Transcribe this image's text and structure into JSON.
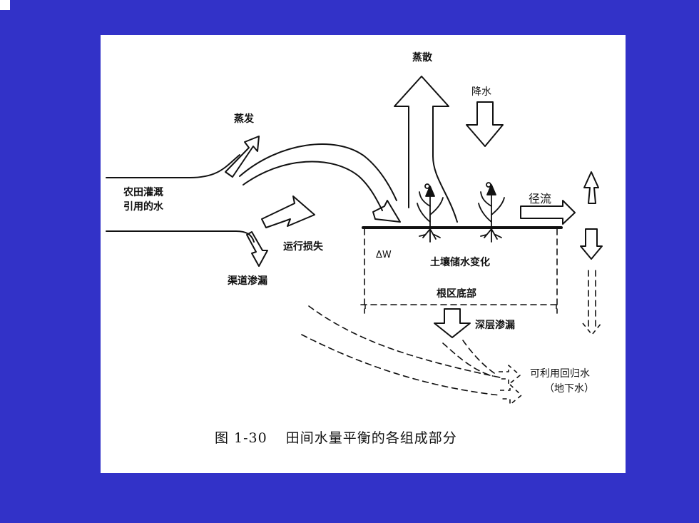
{
  "colors": {
    "slide_background": "#3232c8",
    "panel_background": "#ffffff",
    "ink": "#111111"
  },
  "diagram": {
    "labels": {
      "transpiration": "蒸散",
      "precipitation": "降水",
      "evaporation": "蒸发",
      "irrigation_line1": "农田灌溉",
      "irrigation_line2": "引用的水",
      "runoff": "径流",
      "operational_loss": "运行损失",
      "delta_w": "ΔW",
      "soil_storage_change": "土壤储水变化",
      "canal_seepage": "渠道渗漏",
      "root_zone_bottom": "根区底部",
      "deep_percolation": "深层渗漏",
      "return_water": "可利用回归水",
      "groundwater": "（地下水）"
    },
    "caption": {
      "number": "图 1-30",
      "text": "田间水量平衡的各组成部分"
    }
  }
}
